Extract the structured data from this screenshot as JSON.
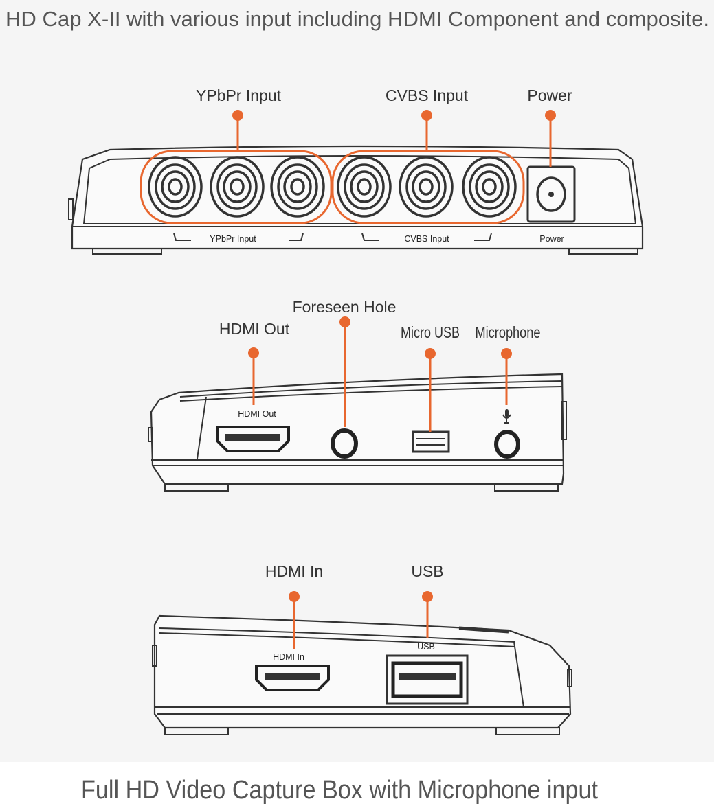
{
  "title": "HD Cap X-II with various input including HDMI Component and composite.",
  "caption": "Full HD Video Capture Box with Microphone input",
  "accent_color": "#e8672f",
  "rear_view": {
    "callouts": [
      "YPbPr Input",
      "CVBS Input",
      "Power"
    ],
    "printed_labels": [
      "YPbPr Input",
      "CVBS Input",
      "Power"
    ]
  },
  "left_side_view": {
    "callouts": [
      "HDMI Out",
      "Foreseen Hole",
      "Micro USB",
      "Microphone"
    ],
    "printed_labels": [
      "HDMI Out"
    ],
    "icons": [
      "microphone-icon"
    ]
  },
  "right_side_view": {
    "callouts": [
      "HDMI In",
      "USB"
    ],
    "printed_labels": [
      "HDMI In",
      "USB"
    ]
  }
}
